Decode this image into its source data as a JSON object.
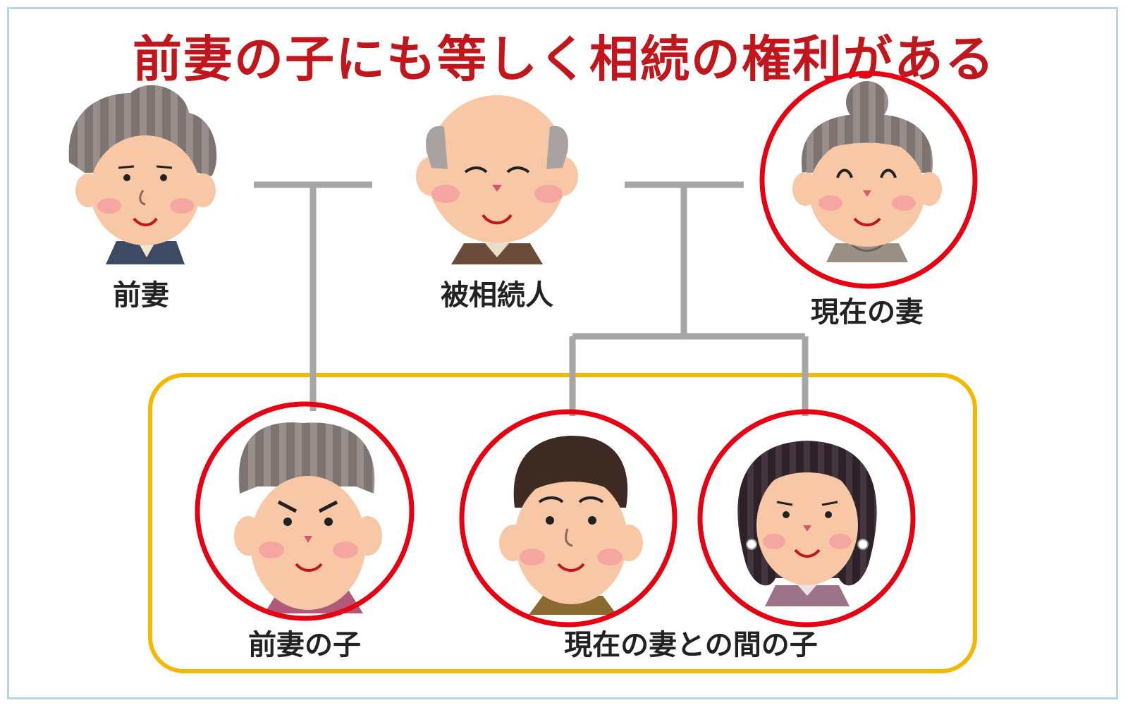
{
  "title": "前妻の子にも等しく相続の権利がある",
  "people": {
    "ex_wife": {
      "label": "前妻"
    },
    "deceased": {
      "label": "被相続人"
    },
    "current_wife": {
      "label": "現在の妻"
    },
    "ex_wife_child": {
      "label": "前妻の子"
    },
    "current_children": {
      "label": "現在の妻との間の子"
    }
  },
  "colors": {
    "title": "#c0161c",
    "line": "#a6a6a6",
    "heir_circle": "#e60012",
    "group_box": "#f5b800",
    "frame": "#b8d4e6"
  }
}
